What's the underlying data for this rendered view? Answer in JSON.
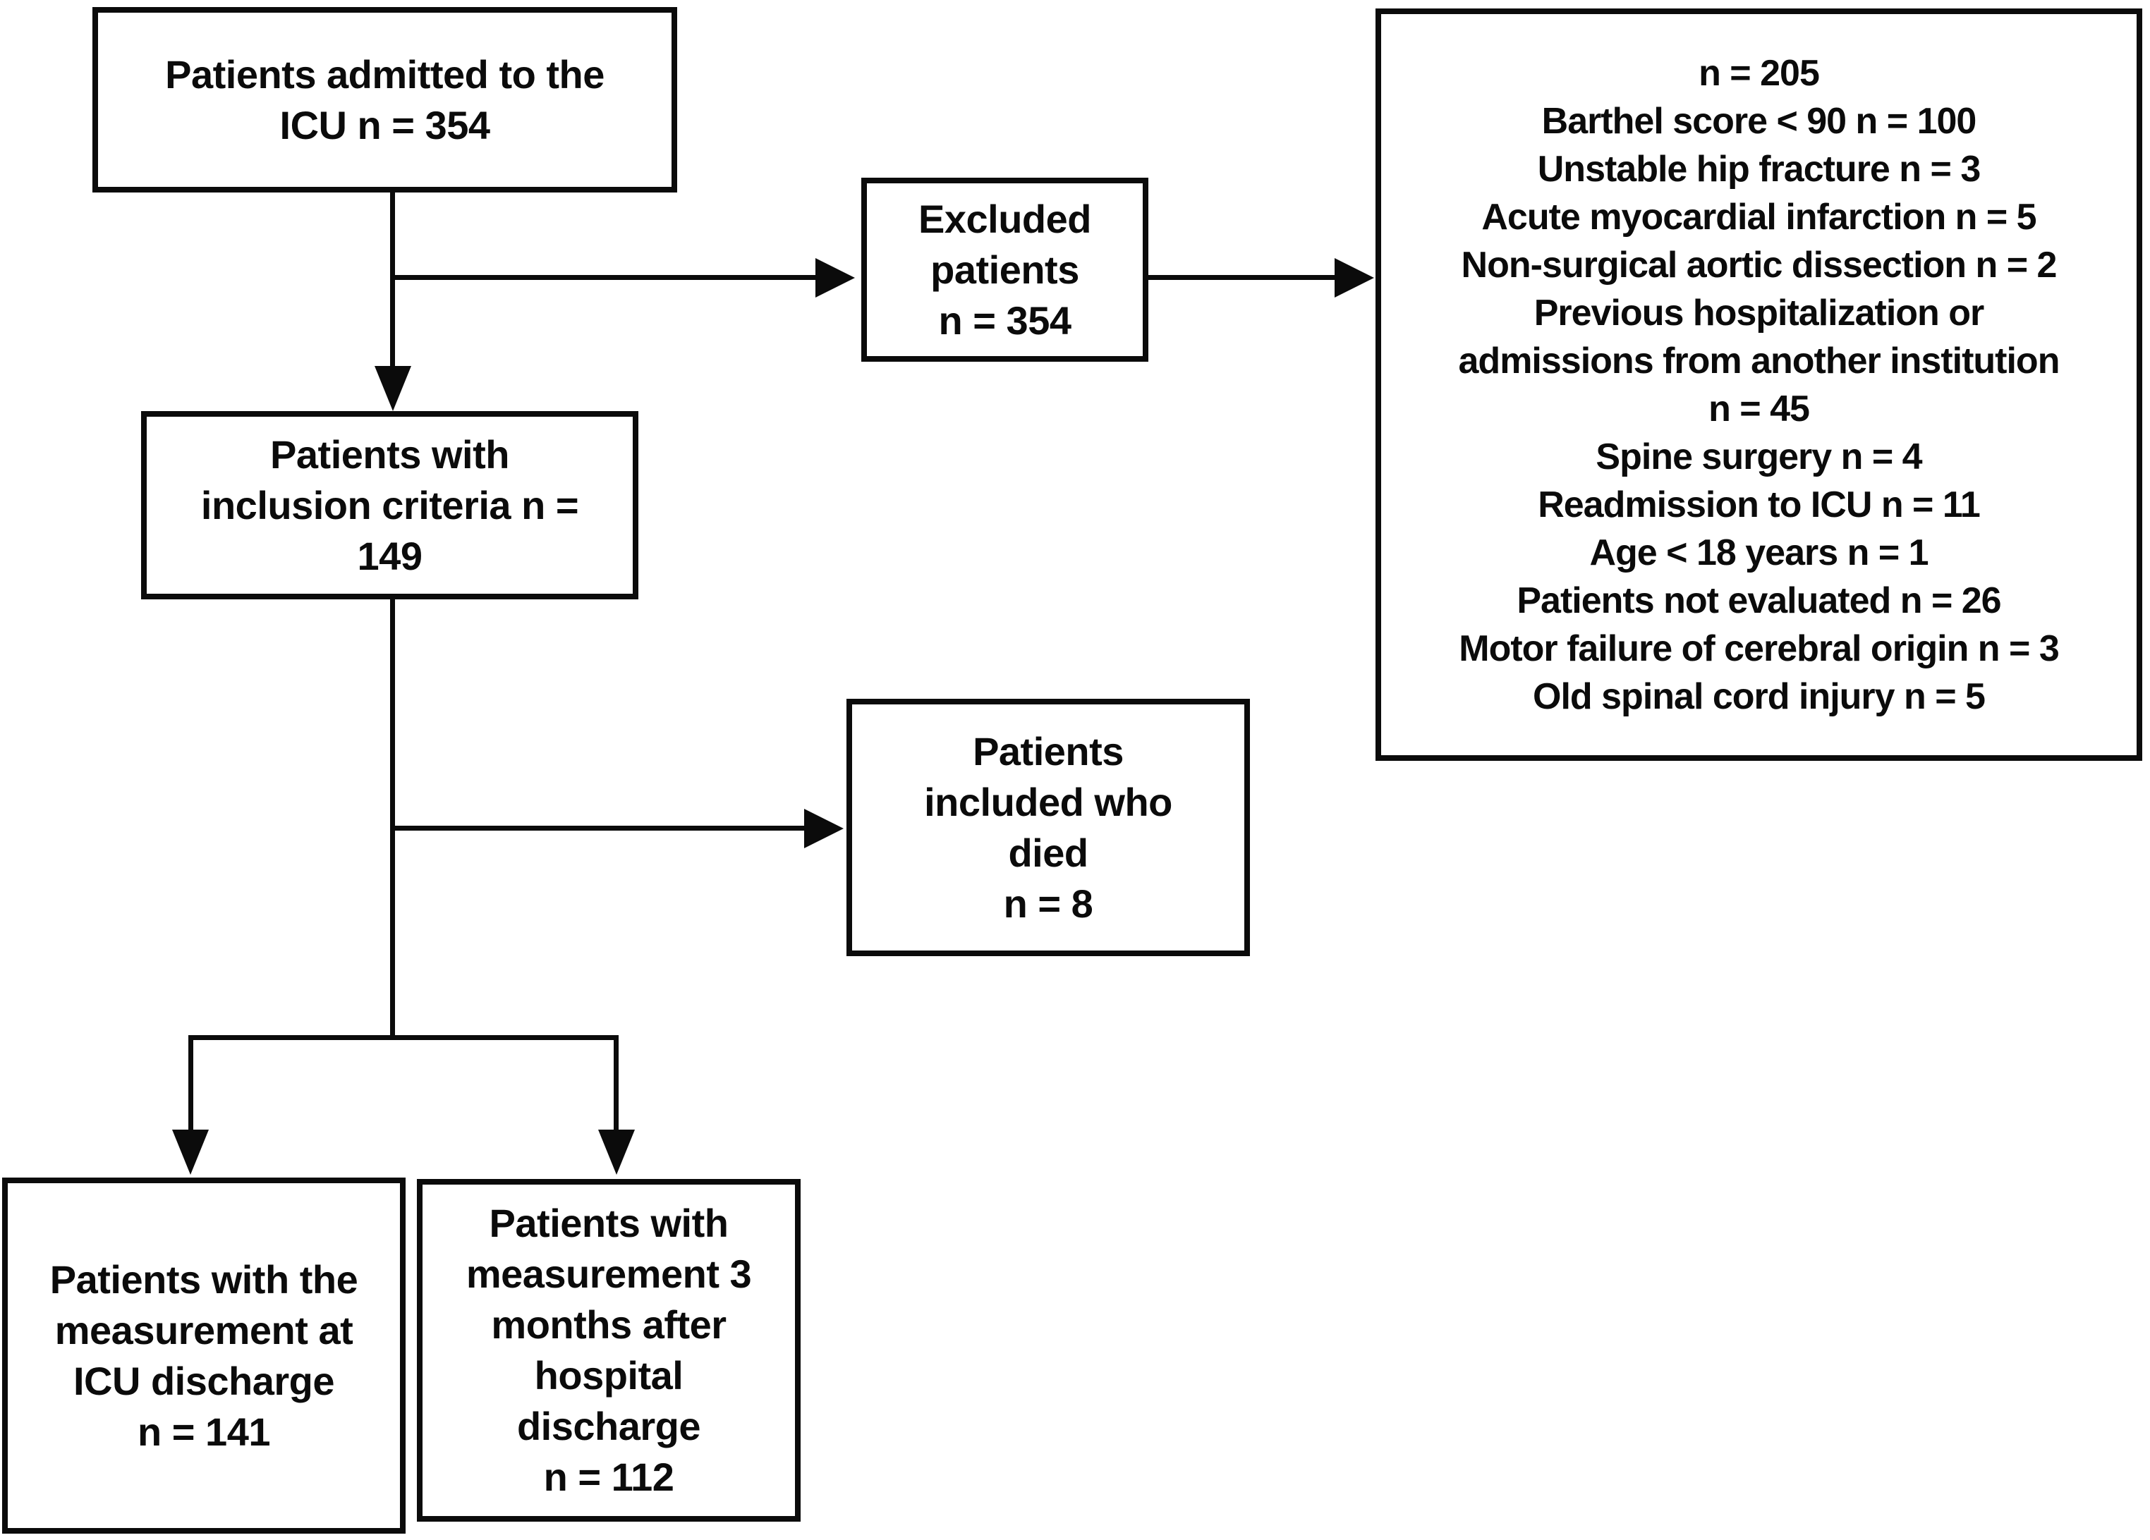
{
  "colors": {
    "ink": "#0b0b0b",
    "background": "#ffffff"
  },
  "diagram": {
    "title": "Patient inclusion flow diagram",
    "boxes": {
      "admitted": {
        "lines": [
          "Patients admitted to the",
          "ICU n = 354"
        ]
      },
      "excluded": {
        "lines": [
          "Excluded",
          "patients",
          "n = 354"
        ]
      },
      "exclusion_reasons": {
        "lines": [
          "n = 205",
          "Barthel score < 90 n = 100",
          "Unstable hip fracture n = 3",
          "Acute myocardial infarction n = 5",
          "Non-surgical aortic dissection n = 2",
          "Previous hospitalization or",
          "admissions from another institution",
          "n = 45",
          "Spine surgery n = 4",
          "Readmission to ICU n = 11",
          "Age < 18 years n = 1",
          "Patients not evaluated n = 26",
          "Motor failure of cerebral origin n = 3",
          "Old spinal cord injury n = 5"
        ]
      },
      "inclusion": {
        "lines": [
          "Patients with",
          "inclusion criteria n =",
          "149"
        ]
      },
      "died": {
        "lines": [
          "Patients",
          "included who",
          "died",
          "n = 8"
        ]
      },
      "icu_discharge": {
        "lines": [
          "Patients with the",
          "measurement at",
          "ICU discharge",
          "n = 141"
        ]
      },
      "three_months": {
        "lines": [
          "Patients with",
          "measurement 3",
          "months after",
          "hospital",
          "discharge",
          "n = 112"
        ]
      }
    }
  }
}
